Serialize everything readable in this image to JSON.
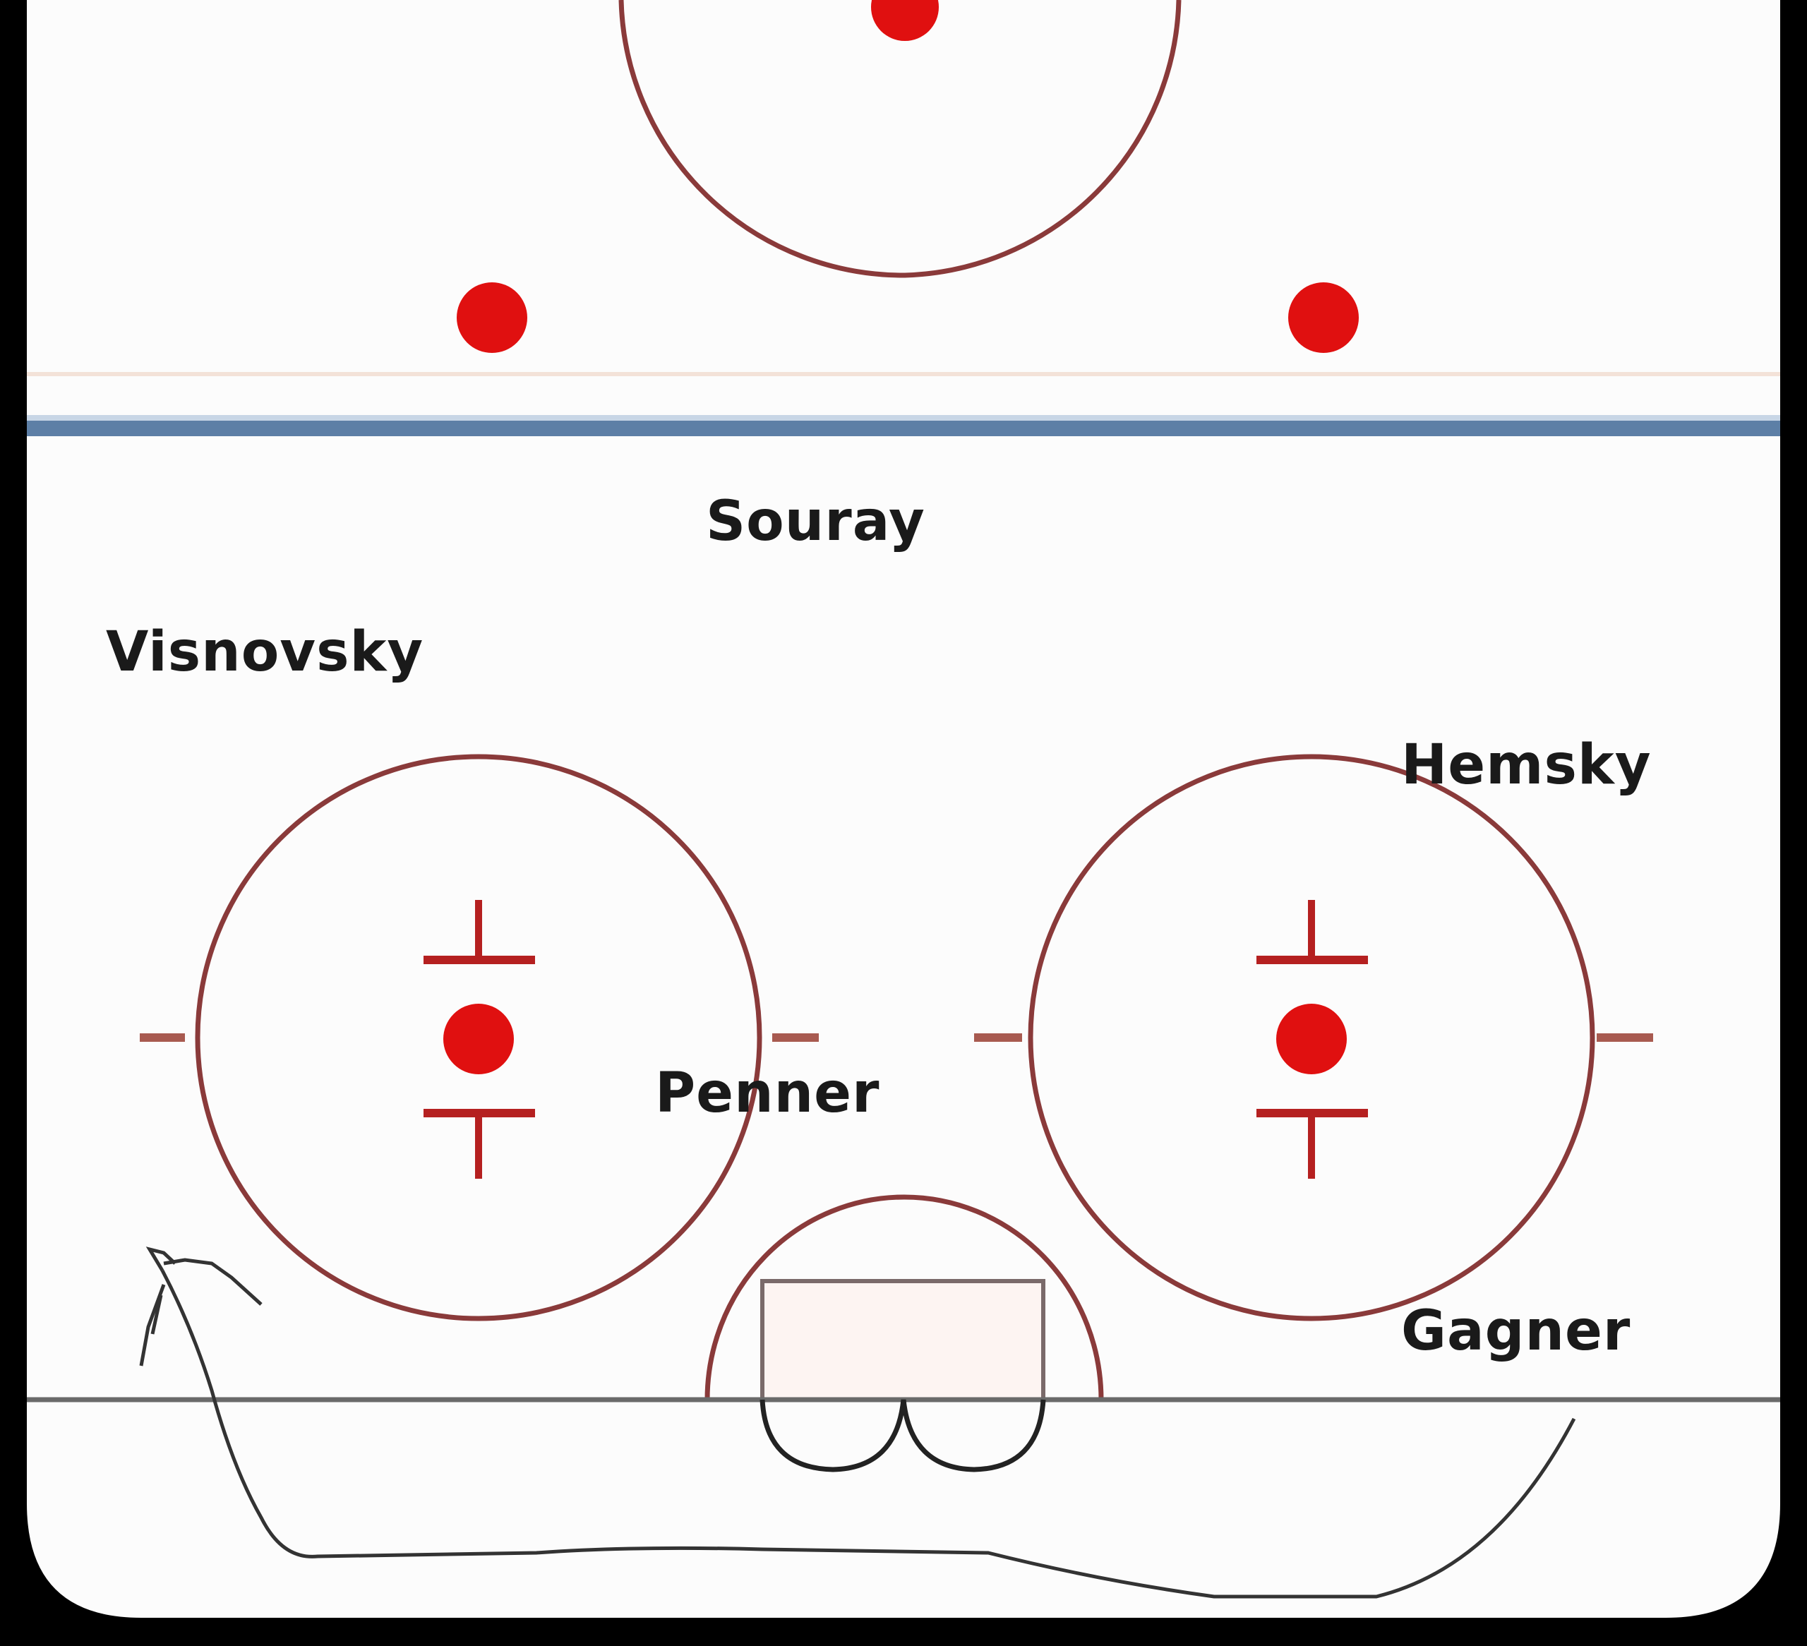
{
  "diagram": {
    "players": {
      "souray": "Souray",
      "visnovsky": "Visnovsky",
      "hemsky": "Hemsky",
      "penner": "Penner",
      "gagner": "Gagner"
    },
    "colors": {
      "ice": "#fcfcfc",
      "board": "#000000",
      "circle_line": "#8a3a3a",
      "red_dot": "#e01010",
      "blue_line": "#5d7fa6",
      "goal_line": "#6a6a6a",
      "pass_line": "#333333"
    }
  }
}
